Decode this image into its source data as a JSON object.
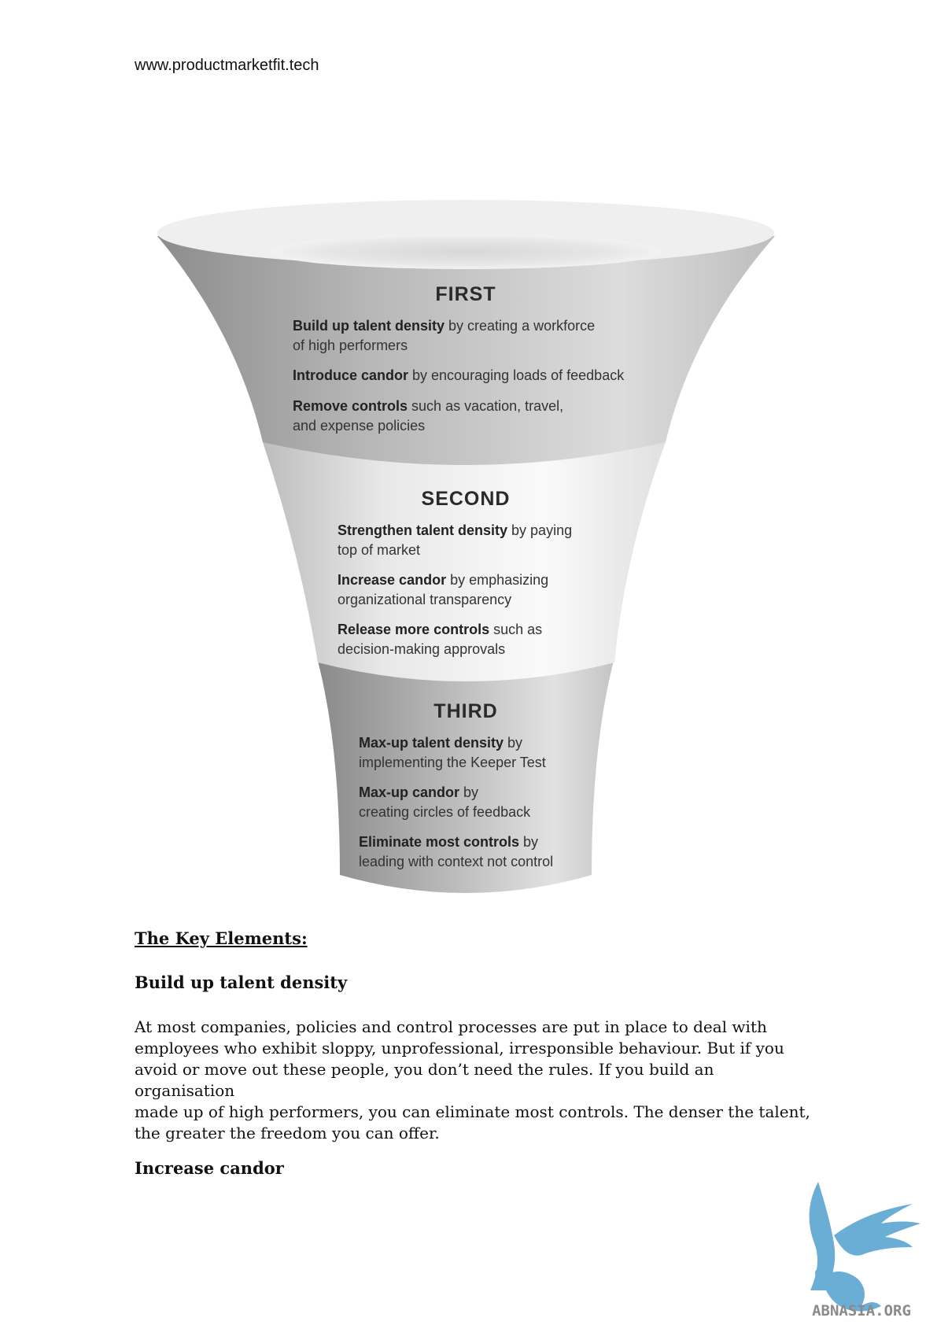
{
  "header": {
    "url": "www.productmarketfit.tech"
  },
  "funnel": {
    "stages": [
      {
        "title": "FIRST",
        "items": [
          {
            "bold": "Build up talent density",
            "rest": " by creating a workforce",
            "line2": "of high performers"
          },
          {
            "bold": "Introduce candor",
            "rest": " by encouraging loads of feedback",
            "line2": ""
          },
          {
            "bold": "Remove controls",
            "rest": " such as vacation, travel,",
            "line2": "and expense policies"
          }
        ]
      },
      {
        "title": "SECOND",
        "items": [
          {
            "bold": "Strengthen talent density",
            "rest": " by paying",
            "line2": "top of market"
          },
          {
            "bold": "Increase candor",
            "rest": " by emphasizing",
            "line2": "organizational transparency"
          },
          {
            "bold": "Release more controls",
            "rest": " such as",
            "line2": "decision-making approvals"
          }
        ]
      },
      {
        "title": "THIRD",
        "items": [
          {
            "bold": "Max-up talent density",
            "rest": " by",
            "line2": "implementing the Keeper Test"
          },
          {
            "bold": "Max-up candor",
            "rest": " by",
            "line2": "creating circles of feedback"
          },
          {
            "bold": "Eliminate most controls",
            "rest": " by",
            "line2": "leading with context not control"
          }
        ]
      }
    ]
  },
  "document": {
    "section_title": "The Key Elements:",
    "heading1": "Build up talent density",
    "para_lines": [
      "At most companies, policies and control processes are put in place to deal with",
      "employees who exhibit sloppy, unprofessional, irresponsible behaviour. But if you",
      "avoid or move out these people, you don’t need the rules. If you build an organisation",
      "made up of high performers, you can eliminate most controls. The denser the talent,",
      "the greater the freedom you can offer."
    ],
    "heading2": "Increase candor"
  },
  "logo": {
    "text": "ABNASIA.ORG",
    "icon": "griffin-logo-icon",
    "color": "#6aaed6"
  }
}
